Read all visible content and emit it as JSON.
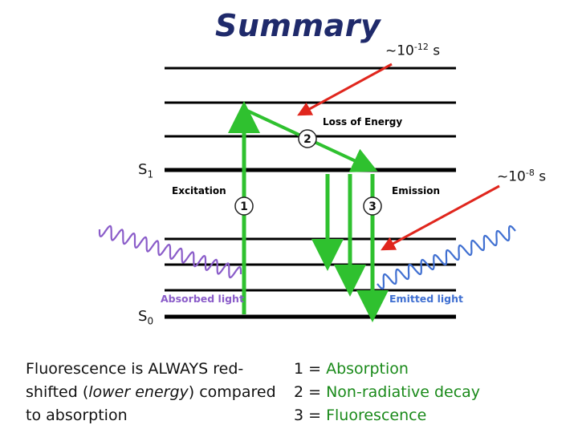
{
  "title": "Summary",
  "times": {
    "fast": {
      "prefix": "~10",
      "exp": "-12",
      "unit": " s"
    },
    "slow": {
      "prefix": "~10",
      "exp": "-8",
      "unit": " s"
    }
  },
  "states": {
    "s1": {
      "letter": "S",
      "sub": "1"
    },
    "s0": {
      "letter": "S",
      "sub": "0"
    }
  },
  "labels": {
    "loss": "Loss of Energy",
    "excitation": "Excitation",
    "emission": "Emission",
    "absorbed": "Absorbed light",
    "emitted": "Emitted light"
  },
  "markers": {
    "m1": "1",
    "m2": "2",
    "m3": "3"
  },
  "note": {
    "part1": "Fluorescence is ALWAYS red-shifted (",
    "em": "lower energy",
    "part2": ") compared to absorption"
  },
  "legend": [
    {
      "num": "1",
      "text": "Absorption"
    },
    {
      "num": "2",
      "text": "Non-radiative decay"
    },
    {
      "num": "3",
      "text": "Fluorescence"
    }
  ],
  "colors": {
    "arrow_green": "#2fc12f",
    "red_arrow": "#e0261d",
    "absorbed": "#8a5cc9",
    "emitted": "#3f6fd1",
    "lines": "#000000"
  }
}
